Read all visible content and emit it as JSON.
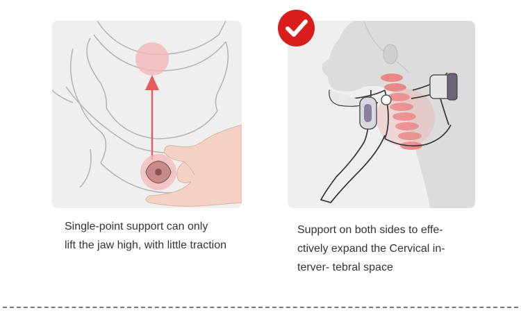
{
  "left_card": {
    "caption_lines": [
      "Single-point support can only",
      "lift the jaw high, with little traction"
    ],
    "image_icon": "single-point-brace-illustration"
  },
  "right_card": {
    "caption_lines": [
      "Support on both sides to effe-",
      "ctively expand the Cervical in-",
      "terver- tebral space"
    ],
    "image_icon": "dual-side-brace-illustration",
    "badge_icon": "checkmark-icon"
  },
  "colors": {
    "accent_red": "#d91c1c",
    "panel_bg": "#efefef",
    "text": "#333333"
  }
}
